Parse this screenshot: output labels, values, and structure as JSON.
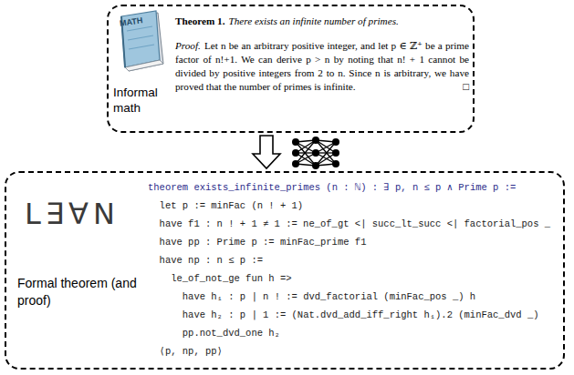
{
  "diagram": {
    "nodes": [
      {
        "text": [
          "Theorem 1.",
          "There exists an infinite number of primes.",
          "Proof.",
          "Let n be an arbitrary positive integer, and let p ∈ ℤ⁺ be a prime factor of n!+1. We can derive p > n by noting that n! + 1 cannot be divided by positive integers from 2 to n. Since n is arbitrary, we have proved that the number of primes is infinite.",
          "□",
          "Informal math"
        ]
      },
      {
        "text": [
          "Formal theorem (and proof)",
          "theorem exists_infinite_primes (n : ℕ) : ∃ p, n ≤ p ∧ Prime p :=",
          "let p := minFac (n ! + 1)",
          "have f1 : n ! + 1 ≠ 1 := ne_of_gt <| succ_lt_succ <| factorial_pos _",
          "have pp : Prime p := minFac_prime f1",
          "have np : n ≤ p :=",
          "le_of_not_ge fun h =>",
          "have h₁ : p ∣ n ! := dvd_factorial (minFac_pos _) h",
          "have h₂ : p ∣ 1 := (Nat.dvd_add_iff_right h₁).2 (minFac_dvd _)",
          "pp.not_dvd_one h₂",
          "⟨p, np, pp⟩"
        ]
      }
    ],
    "edges": [
      {
        "from": 0,
        "to": 1,
        "arrow": "to"
      }
    ],
    "labels": [
      "MATH",
      "L∃∀N"
    ]
  }
}
